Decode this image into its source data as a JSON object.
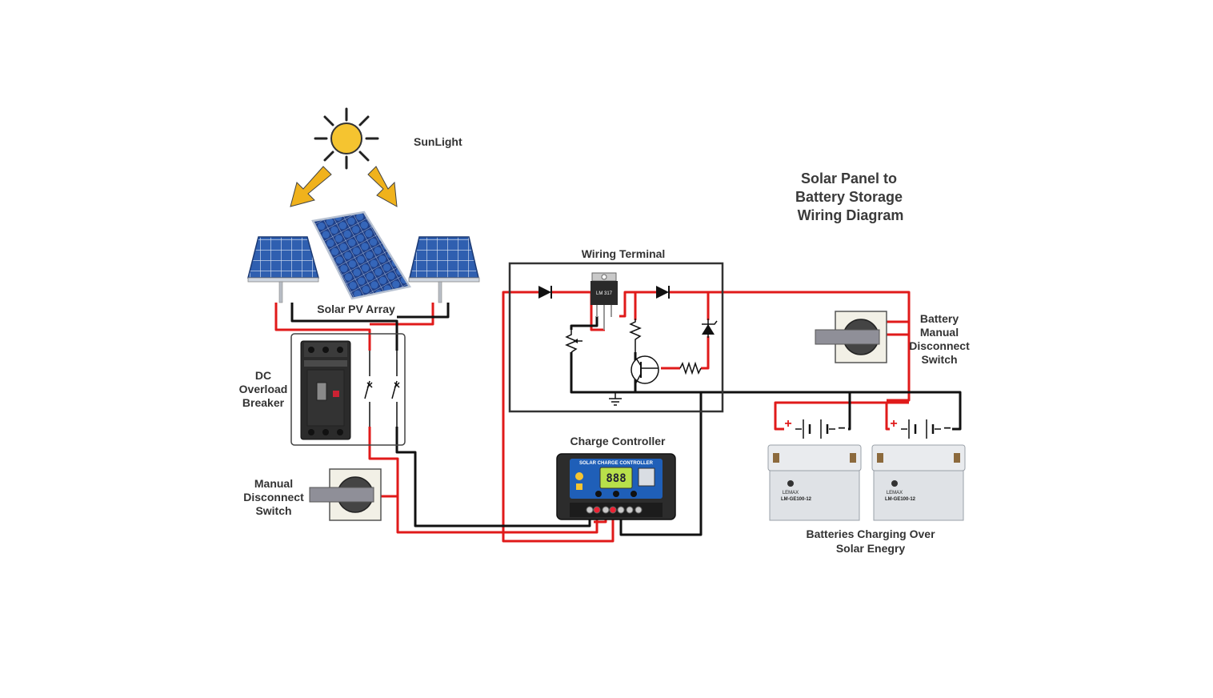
{
  "labels": {
    "sunlight": "SunLight",
    "title_line1": "Solar Panel to",
    "title_line2": "Battery Storage",
    "title_line3": "Wiring Diagram",
    "solar_array": "Solar PV Array",
    "wiring_terminal": "Wiring Terminal",
    "breaker_line1": "DC",
    "breaker_line2": "Overload",
    "breaker_line3": "Breaker",
    "manual_switch_line1": "Manual",
    "manual_switch_line2": "Disconnect",
    "manual_switch_line3": "Switch",
    "charge_controller": "Charge Controller",
    "battery_switch_line1": "Battery",
    "battery_switch_line2": "Manual",
    "battery_switch_line3": "Disconnect",
    "battery_switch_line4": "Switch",
    "batteries_line1": "Batteries Charging Over",
    "batteries_line2": "Solar Enegry"
  },
  "device_text": {
    "regulator": "LM 317",
    "controller_banner": "SOLAR CHARGE CONTROLLER",
    "controller_display": "888",
    "battery_brand": "LEMAX",
    "battery_model": "LM-GE100-12",
    "plus": "+",
    "minus": "−"
  },
  "colors": {
    "positive_wire": "#e01a1a",
    "negative_wire": "#111111",
    "sun": "#f5c430",
    "arrow": "#f0b21c",
    "panel": "#2f5fb0",
    "controller": "#1f5fb8"
  }
}
